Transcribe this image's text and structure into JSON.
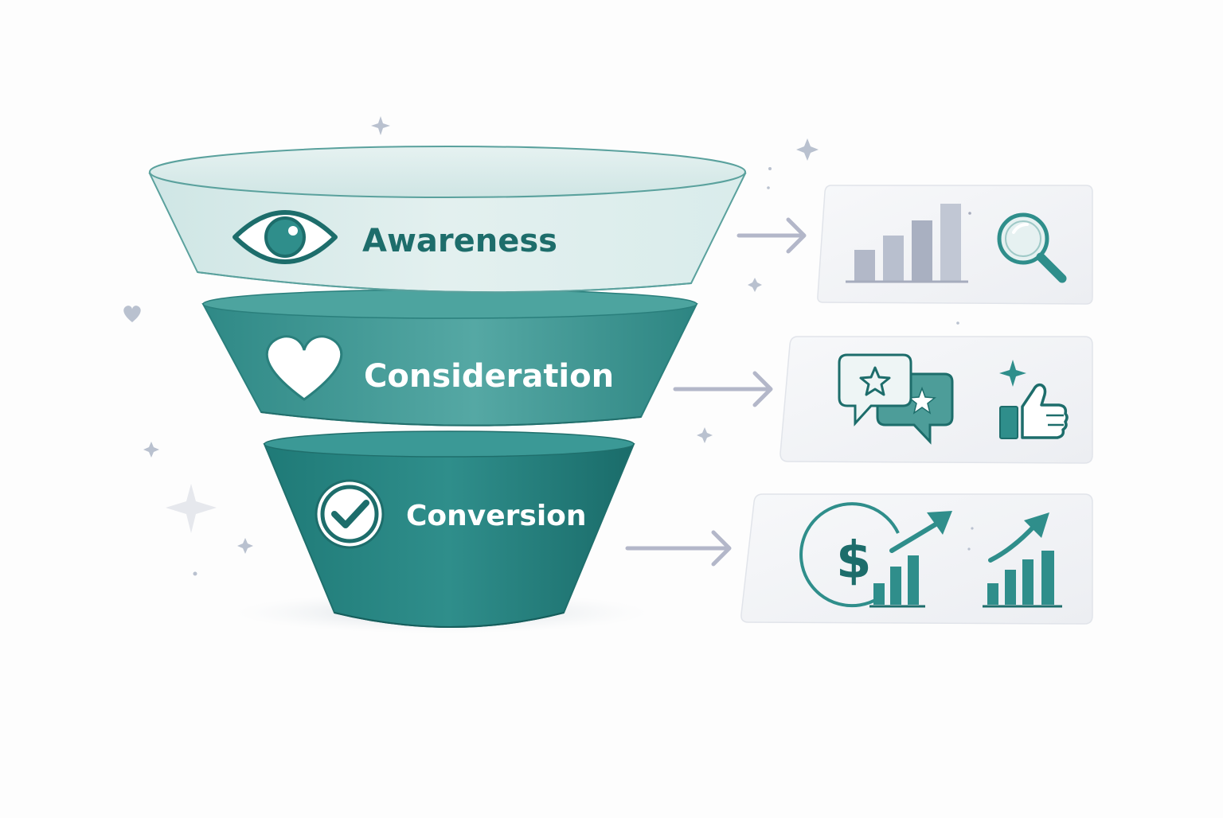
{
  "funnel": {
    "stages": [
      {
        "label": "Awareness",
        "icon": "eye-icon"
      },
      {
        "label": "Consideration",
        "icon": "heart-icon"
      },
      {
        "label": "Conversion",
        "icon": "check-circle-icon"
      }
    ]
  },
  "panels": [
    {
      "icons": [
        "bar-chart-icon",
        "magnifier-icon"
      ]
    },
    {
      "icons": [
        "chat-star-bubbles-icon",
        "sparkle-icon",
        "thumbs-up-icon"
      ]
    },
    {
      "icons": [
        "dollar-growth-icon",
        "rising-bar-chart-icon"
      ]
    }
  ],
  "colors": {
    "top_stage": "#d6eaea",
    "mid_stage": "#3f9b97",
    "bottom_stage": "#1f7c79",
    "ink": "#1d6d6b",
    "accent": "#2f8e8b",
    "arrow": "#b3b7c9",
    "panel": "#f3f4f7",
    "decor": "#b9c1cf"
  }
}
